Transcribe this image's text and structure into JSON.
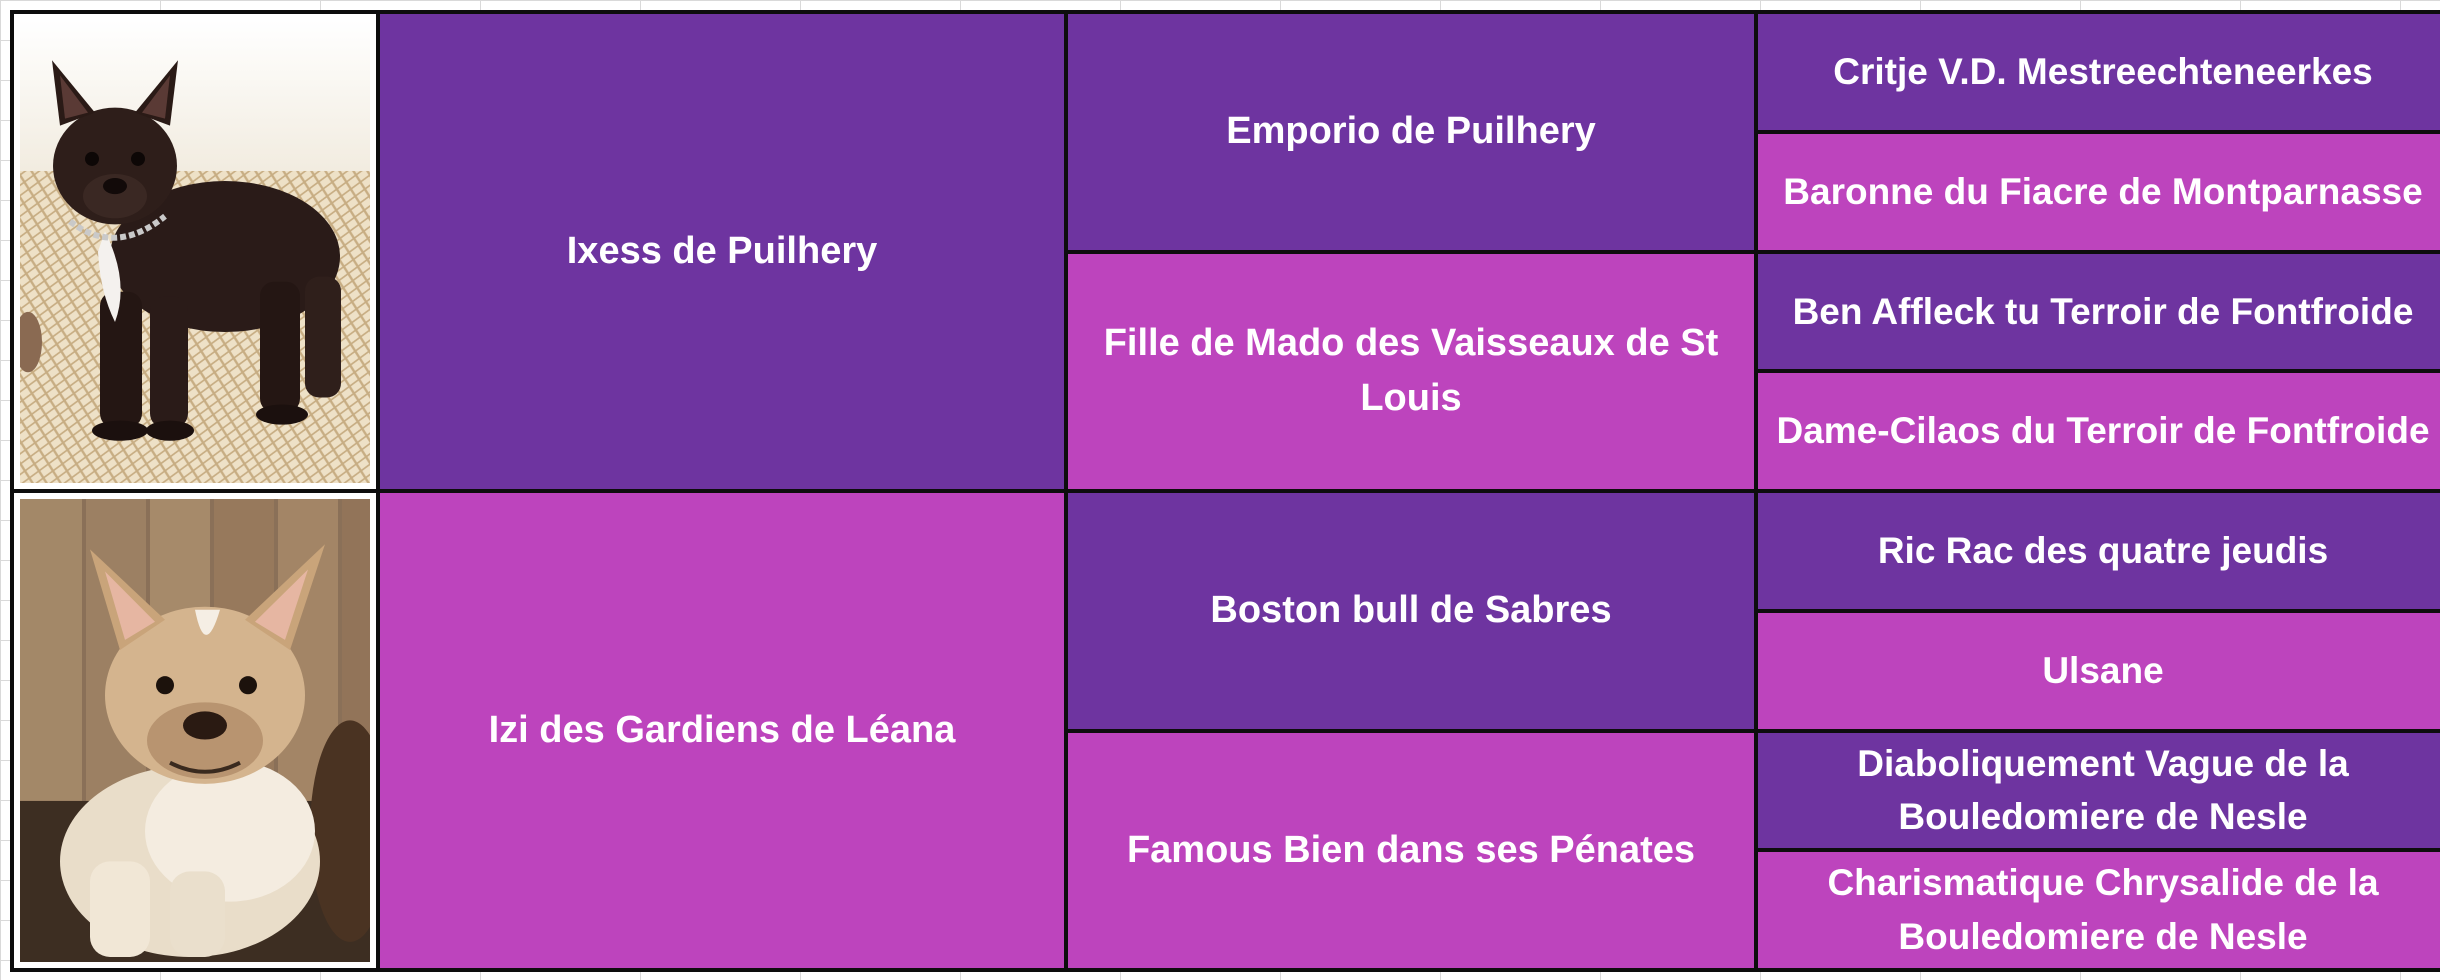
{
  "colors": {
    "male": "#6e34a0",
    "female": "#bd44bd",
    "border": "#0d0d0d",
    "text": "#ffffff"
  },
  "photos": {
    "sire": "black-brindle-french-bulldog-photo",
    "dam": "fawn-pied-french-bulldog-photo"
  },
  "sire": {
    "name": "Ixess de Puilhery",
    "sire": {
      "name": "Emporio de Puilhery",
      "sire": "Critje V.D. Mestreechteneerkes",
      "dam": "Baronne du Fiacre de Montparnasse"
    },
    "dam": {
      "name": "Fille de Mado des Vaisseaux de St Louis",
      "sire": "Ben Affleck tu Terroir de Fontfroide",
      "dam": "Dame-Cilaos du Terroir de Fontfroide"
    }
  },
  "dam": {
    "name": "Izi des Gardiens de Léana",
    "sire": {
      "name": "Boston bull de Sabres",
      "sire": "Ric Rac des quatre jeudis",
      "dam": "Ulsane"
    },
    "dam": {
      "name": "Famous Bien dans ses Pénates",
      "sire": "Diaboliquement Vague de la Bouledomiere de Nesle",
      "dam": "Charismatique Chrysalide de la Bouledomiere de Nesle"
    }
  }
}
